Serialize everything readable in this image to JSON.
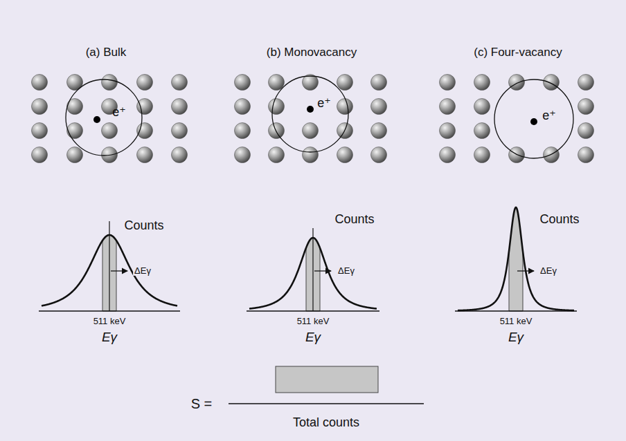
{
  "diagram": {
    "labels": [
      "(a) Bulk",
      "(b) Monovacancy",
      "(c) Four-vacancy",
      "e⁺",
      "Counts",
      "ΔEγ",
      "511 keV",
      "Eγ",
      "e⁺",
      "Counts",
      "ΔEγ",
      "511 keV",
      "Eγ",
      "e⁺",
      "Counts",
      "ΔEγ",
      "511 keV",
      "Eγ",
      "S =",
      "Total counts"
    ]
  }
}
